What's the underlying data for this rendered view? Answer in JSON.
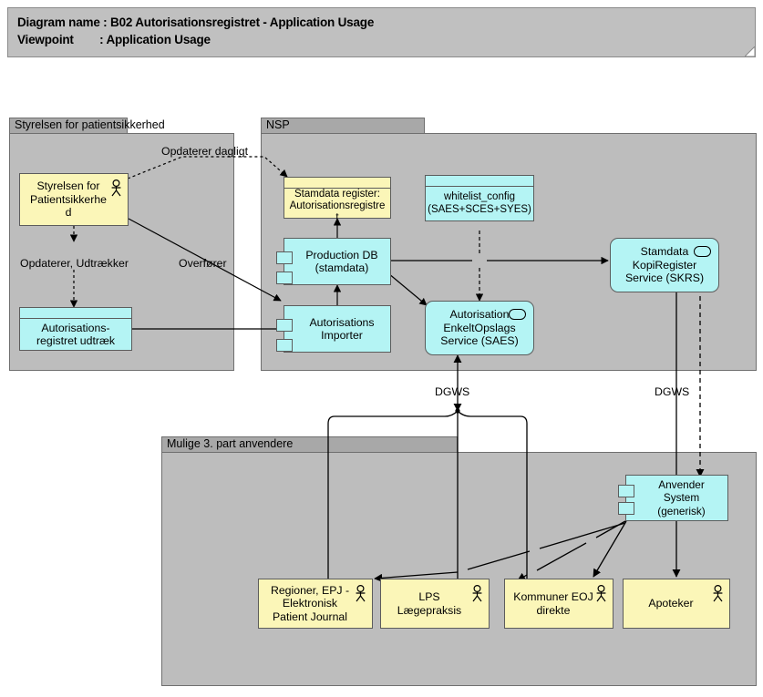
{
  "header": {
    "line1": "Diagram name : B02 Autorisationsregistret - Application Usage",
    "line2": "Viewpoint        : Application Usage"
  },
  "groups": [
    {
      "name": "styrelsen",
      "label": "Styrelsen for patientsikkerhed"
    },
    {
      "name": "nsp",
      "label": "NSP"
    },
    {
      "name": "tredjepart",
      "label": "Mulige 3. part anvendere"
    }
  ],
  "nodes": {
    "styrelsen_actor": "Styrelsen for\nPatientsikkerhe\nd",
    "udtraek": "Autorisations-\nregistret udtræk",
    "stamdata_register": "Stamdata register:\nAutorisationsregistre\nt",
    "whitelist_config": "whitelist_config\n(SAES+SCES+SYES)",
    "production_db": "Production DB\n(stamdata)",
    "autorisations_importer": "Autorisations\nImporter",
    "saes": "Autorisation\nEnkeltOpslags\nService (SAES)",
    "skrs": "Stamdata\nKopiRegister\nService (SKRS)",
    "anvender_system": "Anvender System\n(generisk)",
    "regioner_epj": "Regioner, EPJ -\nElektronisk\nPatient Journal",
    "lps": "LPS\nLægepraksis",
    "kommuner_eoj": "Kommuner EOJ\ndirekte",
    "apoteker": "Apoteker"
  },
  "connector_labels": {
    "opdaterer_dagligt": "Opdaterer dagligt",
    "opdaterer_udtraekker": "Opdaterer, Udtrækker",
    "overfoerer": "Overfører",
    "dgws_left": "DGWS",
    "dgws_right": "DGWS"
  },
  "colors": {
    "yellow": "#fbf6b8",
    "cyan": "#b4f4f4",
    "group_body": "#bdbdbd",
    "group_tab": "#a8a8a8",
    "header_band": "#c0c0c0",
    "line": "#000000",
    "border": "#5c5c5c"
  }
}
